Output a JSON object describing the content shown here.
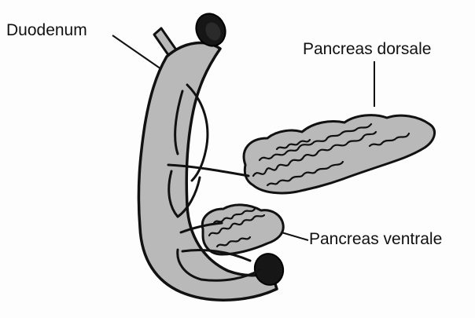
{
  "labels": {
    "duodenum": "Duodenum",
    "pancreas_dorsale": "Pancreas dorsale",
    "pancreas_ventrale": "Pancreas ventrale"
  },
  "colors": {
    "tissue_fill": "#b9b9b9",
    "outline": "#111111",
    "background": "#fdfdfd",
    "label_text": "#111111"
  }
}
